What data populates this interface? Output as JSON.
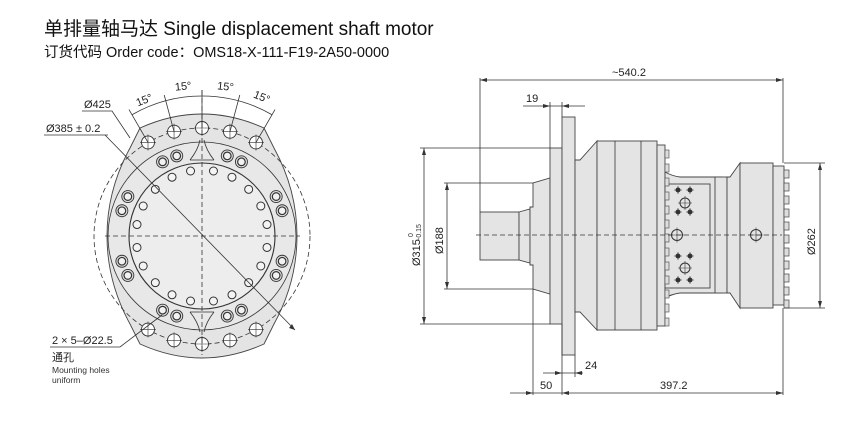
{
  "header": {
    "title": "单排量轴马达 Single displacement shaft motor",
    "order_code": "订货代码 Order code：OMS18-X-111-F19-2A50-0000"
  },
  "front_view": {
    "angle_labels": [
      "15°",
      "15°",
      "15°",
      "15°"
    ],
    "dia_outer": "Ø425",
    "dia_pitch": "Ø385 ± 0.2",
    "holes_spec": "2 × 5–Ø22.5",
    "holes_cn": "通孔",
    "holes_en_1": "Mounting holes",
    "holes_en_2": "uniform"
  },
  "side_view": {
    "overall_length": "~540.2",
    "flange_offset": "19",
    "dia_pilot": "Ø315",
    "dia_pilot_tol_upper": "0",
    "dia_pilot_tol_lower": "-0.15",
    "dia_shaft_boss": "Ø188",
    "dia_rear": "Ø262",
    "flange_thickness": "24",
    "shaft_length": "50",
    "body_length": "397.2"
  },
  "colors": {
    "part_fill": "#e4e4e4",
    "line": "#333333"
  }
}
